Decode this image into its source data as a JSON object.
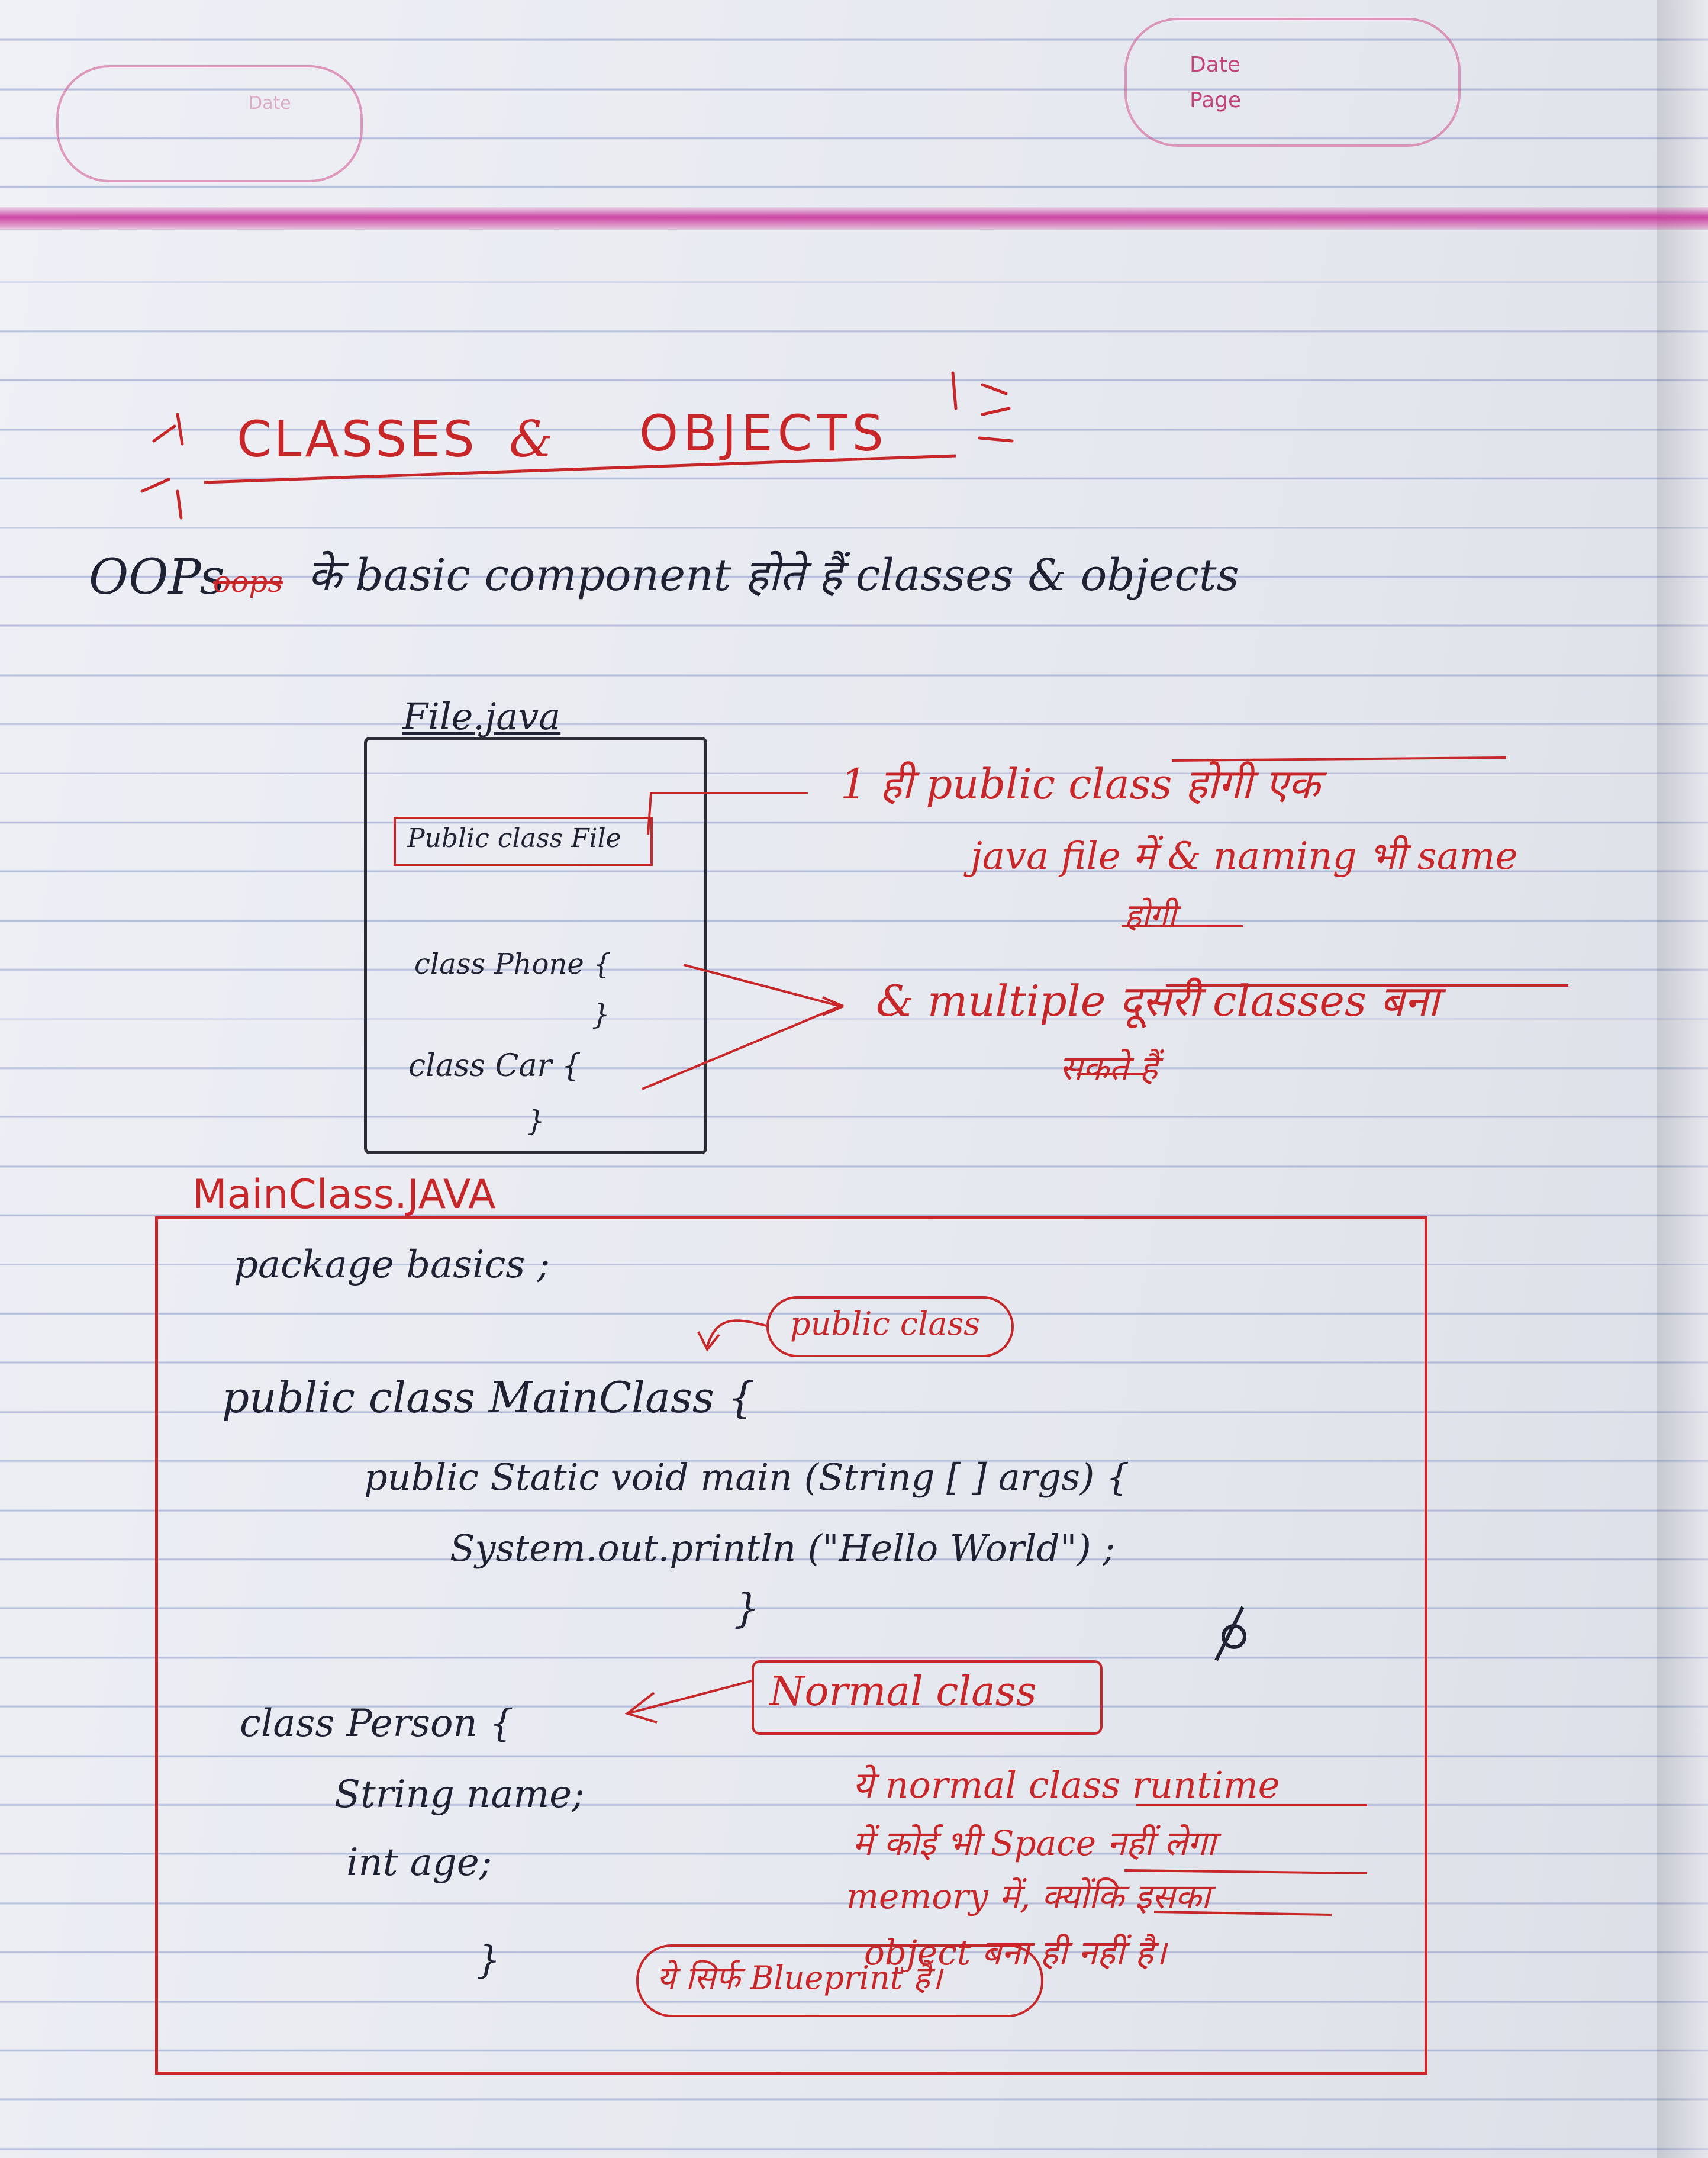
{
  "header": {
    "date_label": "Date",
    "page_label": "Page"
  },
  "title": {
    "left": "CLASSES",
    "amp": "&",
    "right": "OBJECTS"
  },
  "intro": {
    "oops": "OOPs",
    "struck": "oops",
    "rest": "के basic component होते हैं classes & objects"
  },
  "file_example": {
    "filename": "File.java",
    "public_line": "Public class File",
    "phone_open": "class Phone {",
    "phone_close": "}",
    "car_open": "class Car {",
    "car_close": "}",
    "note1_line1": "1 ही public class होगी एक",
    "note1_line2": "java file में & naming भी same",
    "note1_line3": "होगी",
    "note2_line1": "& multiple दूसरी classes बना",
    "note2_line2": "सकते हैं"
  },
  "main_class": {
    "filename": "MainClass.JAVA",
    "package_line": "package   basics ;",
    "public_class_tag": "public class",
    "class_decl": "public  class   MainClass {",
    "main_decl": "public  Static  void  main (String [ ]  args) {",
    "println": "System.out.println (\"Hello World\") ;",
    "close_brace": "}",
    "normal_class_tag": "Normal class",
    "person_open": "class Person {",
    "field_name": "String  name;",
    "field_age": "int  age;",
    "person_close": "}",
    "note_line1": "ये normal class runtime",
    "note_line2": "में कोई भी Space नहीं लेगा",
    "note_line3": "memory में, क्योंकि इसका",
    "note_line4": "object बना ही नहीं है।",
    "blueprint": "ये सिर्फ Blueprint है।"
  },
  "colors": {
    "black_ink": "#1f2233",
    "red_ink": "#c8272a",
    "margin_pink": "#c2457b",
    "rule_blue": "#7887be"
  }
}
